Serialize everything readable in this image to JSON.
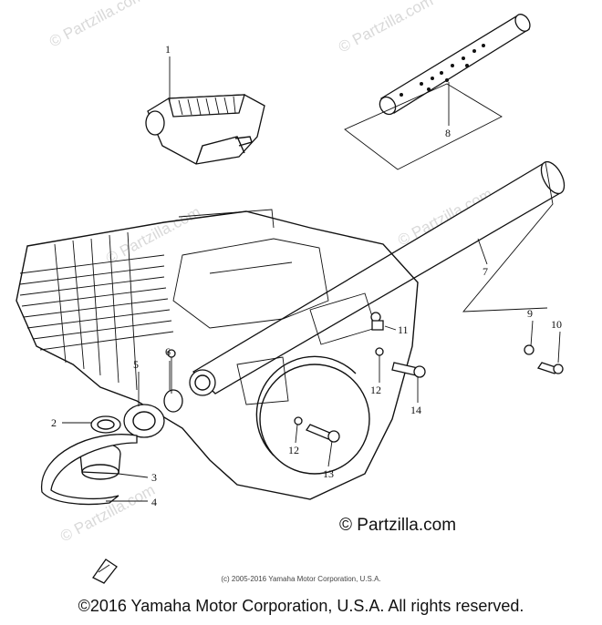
{
  "diagram": {
    "parts": [
      {
        "number": "1"
      },
      {
        "number": "2"
      },
      {
        "number": "3"
      },
      {
        "number": "4"
      },
      {
        "number": "5"
      },
      {
        "number": "6"
      },
      {
        "number": "7"
      },
      {
        "number": "8"
      },
      {
        "number": "9"
      },
      {
        "number": "10"
      },
      {
        "number": "11"
      },
      {
        "number": "12"
      },
      {
        "number": "12"
      },
      {
        "number": "13"
      },
      {
        "number": "14"
      }
    ],
    "watermark": "© Partzilla.com",
    "brand_label": "© Partzilla.com",
    "copyright_small": "(c) 2005-2016 Yamaha Motor Corporation, U.S.A.",
    "copyright_main": "©2016 Yamaha Motor Corporation, U.S.A. All rights reserved.",
    "line_color": "#111111",
    "watermark_color": "#d9d9d9"
  }
}
